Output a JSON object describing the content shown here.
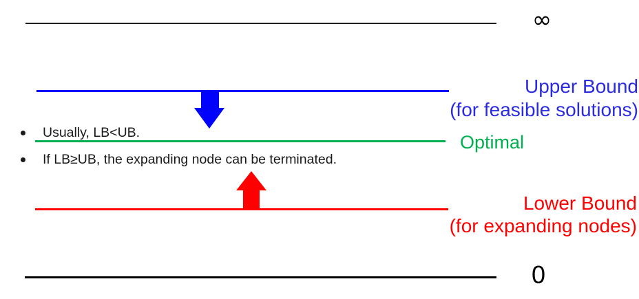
{
  "slide": {
    "axis": {
      "infinity_label": "∞",
      "zero_label": "0"
    },
    "upper_bound": {
      "title": "Upper Bound",
      "subtitle": "(for feasible solutions)"
    },
    "optimal": {
      "label": "Optimal"
    },
    "lower_bound": {
      "title": "Lower Bound",
      "subtitle": "(for expanding nodes)"
    },
    "bullets": [
      {
        "text": "Usually, LB<UB."
      },
      {
        "text": "If LB≥UB, the expanding node can be terminated."
      }
    ],
    "colors": {
      "upper_line": "#0101fe",
      "upper_text": "#2b2be0",
      "optimal": "#00b050",
      "lower": "#ff0000",
      "axis_top": "#1f1f1f",
      "axis_bottom": "#000000"
    }
  }
}
